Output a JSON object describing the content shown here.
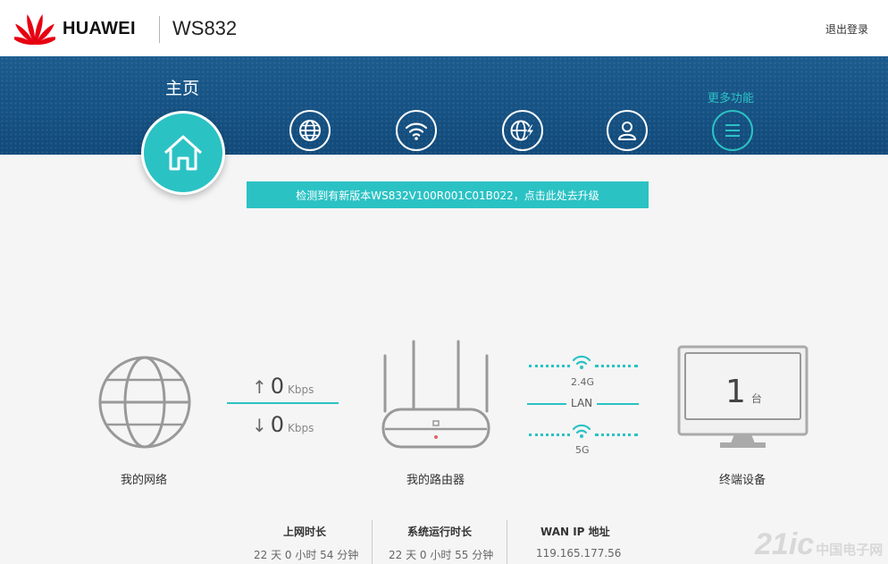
{
  "header": {
    "brand": "HUAWEI",
    "model": "WS832",
    "logout": "退出登录"
  },
  "nav": {
    "home_label": "主页",
    "more_label": "更多功能",
    "icons": [
      "home-icon",
      "globe-icon",
      "wifi-icon",
      "globe-lightning-icon",
      "user-icon",
      "menu-icon"
    ]
  },
  "banner": {
    "text": "检测到有新版本WS832V100R001C01B022，点击此处去升级"
  },
  "diagram": {
    "network_label": "我的网络",
    "router_label": "我的路由器",
    "devices_label": "终端设备",
    "upload": {
      "arrow": "↑",
      "value": "0",
      "unit": "Kbps"
    },
    "download": {
      "arrow": "↓",
      "value": "0",
      "unit": "Kbps"
    },
    "band_24": "2.4G",
    "band_lan": "LAN",
    "band_5": "5G",
    "device_count": "1",
    "device_unit": "台"
  },
  "stats": [
    {
      "title": "上网时长",
      "value": "22 天 0 小时 54 分钟"
    },
    {
      "title": "系统运行时长",
      "value": "22 天 0 小时 55 分钟"
    },
    {
      "title": "WAN IP 地址",
      "value": "119.165.177.56"
    }
  ],
  "watermark": {
    "text": "21ic",
    "sub": "中国电子网"
  },
  "colors": {
    "accent": "#2bc2c4",
    "nav_band": "#174f82",
    "brand_red": "#e60012"
  }
}
